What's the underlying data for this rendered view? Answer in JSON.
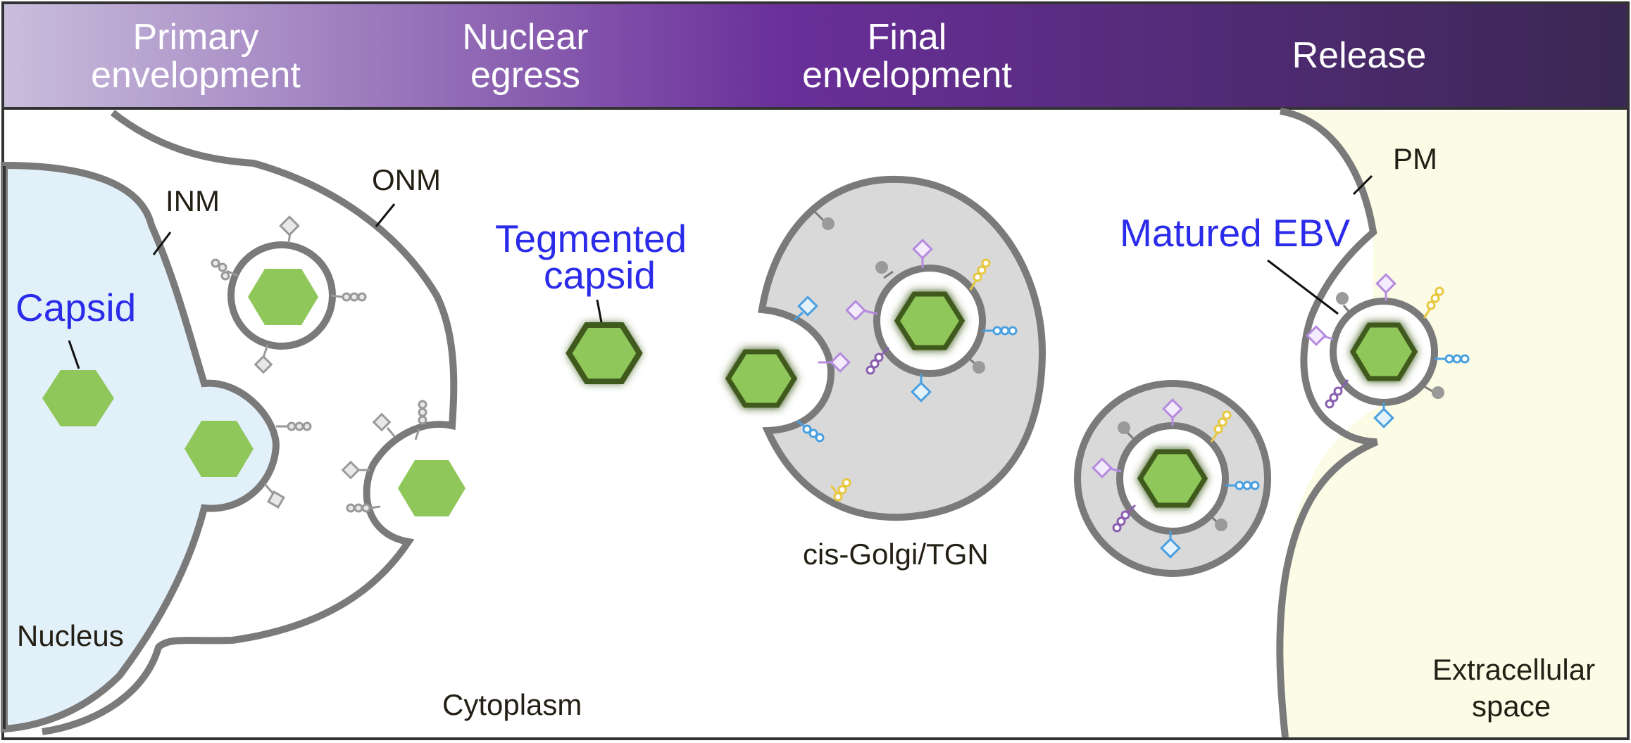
{
  "header": {
    "stages": [
      {
        "line1": "Primary",
        "line2": "envelopment"
      },
      {
        "line1": "Nuclear",
        "line2": "egress"
      },
      {
        "line1": "Final",
        "line2": "envelopment"
      },
      {
        "line1": "Release",
        "line2": ""
      }
    ]
  },
  "labels": {
    "inm": "INM",
    "onm": "ONM",
    "capsid": "Capsid",
    "nucleus": "Nucleus",
    "tegmented_line1": "Tegmented",
    "tegmented_line2": "capsid",
    "golgi": "cis-Golgi/TGN",
    "cytoplasm": "Cytoplasm",
    "pm": "PM",
    "matured": "Matured EBV",
    "extracellular_line1": "Extracellular",
    "extracellular_line2": "space"
  },
  "colors": {
    "header_start": "#c9bedc",
    "header_mid": "#6a2f9a",
    "header_end": "#3a2753",
    "nucleus_fill": "#e2f0fa",
    "extracellular_fill": "#fbfbe6",
    "membrane": "#7a7a7a",
    "golgi_fill": "#d9d9d9",
    "capsid_green": "#8fc75a",
    "capsid_dark_edge": "#3f5a1c",
    "label_blue": "#2b2bea",
    "glyco_purple": "#b58ae0",
    "glyco_blue": "#4a9fe0",
    "glyco_yellow": "#e8c840",
    "glyco_grey": "#8a8a8a"
  }
}
